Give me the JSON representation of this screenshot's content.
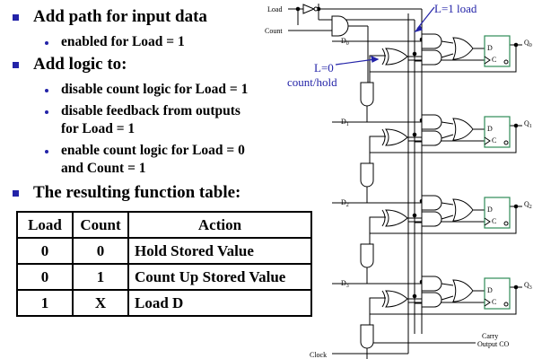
{
  "bullets": {
    "b1": "Add path for input data",
    "b1_sub1": "enabled for Load = 1",
    "b2": "Add logic to:",
    "b2_sub1": "disable count logic for Load = 1",
    "b2_sub2_line1": "disable feedback from outputs",
    "b2_sub2_line2": "for Load = 1",
    "b2_sub3_line1": "enable count logic for Load = 0",
    "b2_sub3_line2": "and Count = 1",
    "b3": "The resulting function table:"
  },
  "table": {
    "headers": [
      "Load",
      "Count",
      "Action"
    ],
    "rows": [
      [
        "0",
        "0",
        "Hold Stored Value"
      ],
      [
        "0",
        "1",
        "Count Up Stored Value"
      ],
      [
        "1",
        "X",
        "Load D"
      ]
    ]
  },
  "diagram": {
    "label_load": "Load",
    "label_count": "Count",
    "label_clock": "Clock",
    "label_carry_1": "Carry",
    "label_carry_2": "Output CO",
    "annot_l1": "L=1 load",
    "annot_l0_1": "L=0",
    "annot_l0_2": "count/hold",
    "ff_d": "D",
    "ff_c": "C",
    "inputs": [
      "D",
      "D",
      "D",
      "D"
    ],
    "input_subs": [
      "0",
      "1",
      "2",
      "3"
    ],
    "outputs": [
      "Q",
      "Q",
      "Q",
      "Q"
    ],
    "output_subs": [
      "0",
      "1",
      "2",
      "3"
    ],
    "colors": {
      "bullet": "#2323a8",
      "annotation": "#2323a8",
      "flipflop": "#2e8b57"
    }
  }
}
